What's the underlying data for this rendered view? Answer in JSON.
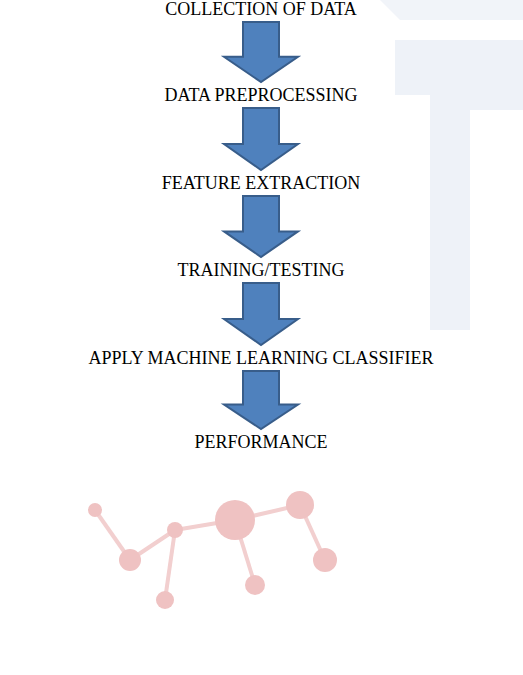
{
  "diagram": {
    "nodes": [
      {
        "text": [
          "COLLECTION OF DATA"
        ]
      },
      {
        "text": [
          "DATA PREPROCESSING"
        ]
      },
      {
        "text": [
          "FEATURE EXTRACTION"
        ]
      },
      {
        "text": [
          "TRAINING/TESTING"
        ]
      },
      {
        "text": [
          "APPLY MACHINE LEARNING CLASSIFIER"
        ]
      },
      {
        "text": [
          "PERFORMANCE"
        ]
      }
    ],
    "edges": [
      {
        "from": 0,
        "to": 1,
        "arrow": "to"
      },
      {
        "from": 1,
        "to": 2,
        "arrow": "to"
      },
      {
        "from": 2,
        "to": 3,
        "arrow": "to"
      },
      {
        "from": 3,
        "to": 4,
        "arrow": "to"
      },
      {
        "from": 4,
        "to": 5,
        "arrow": "to"
      }
    ]
  }
}
